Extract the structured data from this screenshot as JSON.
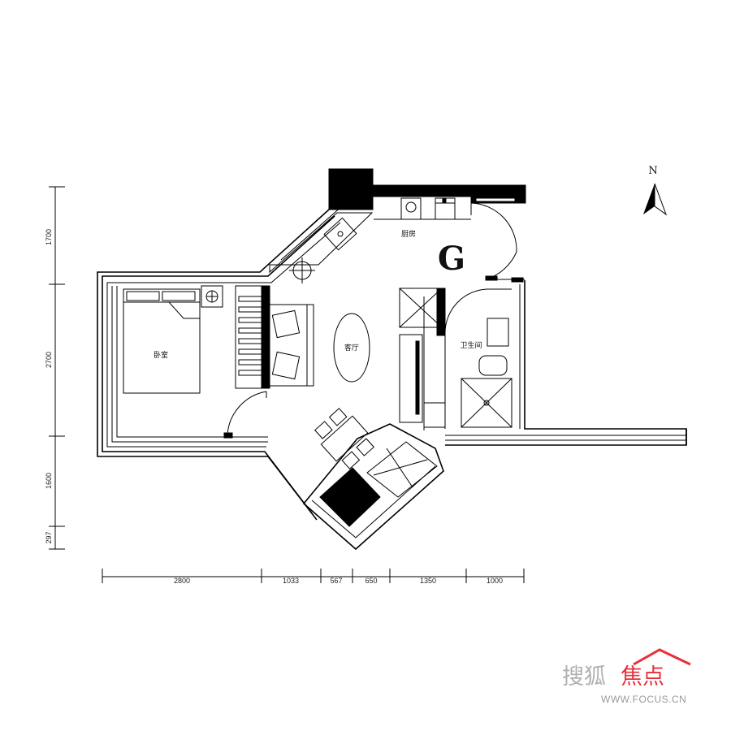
{
  "plan": {
    "unit_label": "G",
    "north_label": "N",
    "rooms": {
      "kitchen": "厨房",
      "living": "客厅",
      "bedroom": "卧室",
      "bathroom": "卫生间"
    },
    "dims_left": [
      "1700",
      "2700",
      "1600",
      "297"
    ],
    "dims_bottom": [
      "2800",
      "1033",
      "567",
      "650",
      "1350",
      "1000"
    ]
  },
  "watermark": {
    "brand_cn_a": "搜狐",
    "brand_cn_b": "焦点",
    "url": "WWW.FOCUS.CN",
    "brand_color": "#e8303a"
  }
}
